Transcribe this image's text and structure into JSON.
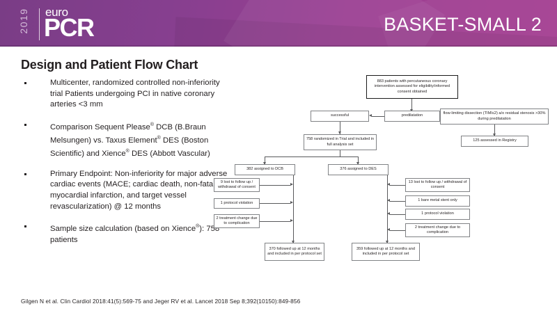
{
  "header": {
    "logo": {
      "year": "2019",
      "euro": "euro",
      "pcr": "PCR"
    },
    "title": "BASKET-SMALL 2",
    "brand_color": "#8d3f8f"
  },
  "slide": {
    "title": "Design and Patient Flow Chart"
  },
  "bullets": [
    "Multicenter, randomized controlled non-inferiority trial Patients undergoing PCI in native coronary arteries <3 mm",
    "Comparison Sequent Please® DCB (B.Braun Melsungen) vs. Taxus Element® DES (Boston Scientific) and Xience® DES (Abbott Vascular)",
    "Primary Endpoint: Non-inferiority for major adverse cardiac events (MACE; cardiac death, non-fatal myocardial infarction, and target vessel revascularization) @ 12 months",
    "Sample size calculation (based on Xience®): 758 patients"
  ],
  "flowchart": {
    "type": "flow-diagram",
    "nodes": {
      "enrolled": "883 patients with percutaneous coronary intervention assessed for eligibility/informed consent obtained",
      "predilatation": "predilatation",
      "successful": "successful",
      "failed": "flow-limiting dissection (TIMI≤2) a/o residual stenosis >30% during predilatation",
      "registry": "125 assessed in Registry",
      "randomized": "758 randomized in Trial and included in full analysis set",
      "dcb_assigned": "382 assigned to DCB",
      "des_assigned": "376 assigned to DES",
      "dcb_excl_1": "9 lost to follow up / withdrawal of consent",
      "dcb_excl_2": "1 protocol violation",
      "dcb_excl_3": "2 treatment change due to complication",
      "des_excl_1": "13 lost to follow up / withdrawal of consent",
      "des_excl_2": "1 bare metal stent only",
      "des_excl_3": "1 protocol violation",
      "des_excl_4": "2 treatment change due to complication",
      "dcb_final": "370 followed up at 12 months and included in per protocol set",
      "des_final": "359 followed up at 12 months and included in per protocol set"
    }
  },
  "footer": {
    "citation": "Gilgen N et al. Clin Cardiol 2018:41(5):569-75 and Jeger RV et al. Lancet 2018 Sep 8;392(10150):849-856"
  }
}
